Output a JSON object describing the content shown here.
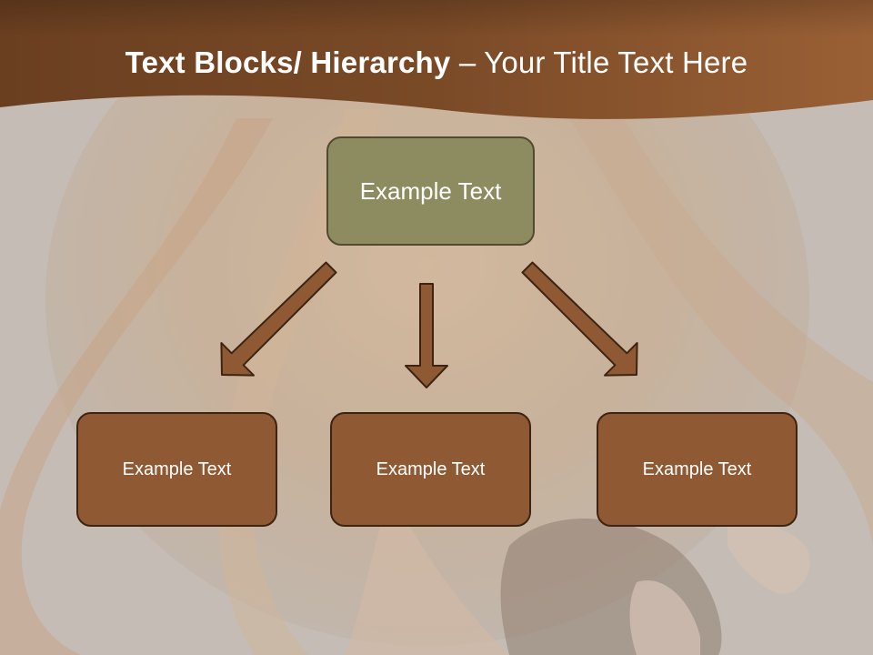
{
  "slide": {
    "title_bold": "Text Blocks/ Hierarchy",
    "title_rest": " – Your Title Text Here"
  },
  "hierarchy": {
    "root": "Example Text",
    "children": [
      "Example Text",
      "Example Text",
      "Example Text"
    ]
  },
  "colors": {
    "header_band": "#8a5a34",
    "root_fill": "#8c8c60",
    "child_fill": "#8f5a33",
    "arrow_fill": "#8f5a33",
    "background": "#c8c0b8"
  }
}
